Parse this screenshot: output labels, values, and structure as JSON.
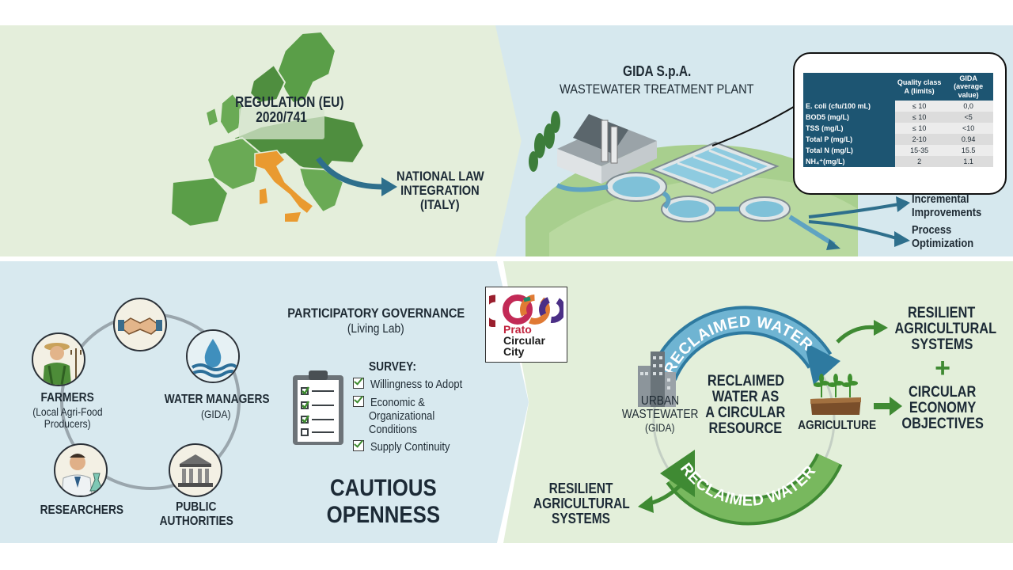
{
  "top_left": {
    "regulation": [
      "REGULATION (EU)",
      "2020/741"
    ],
    "national_law": [
      "NATIONAL LAW",
      "INTEGRATION",
      "(ITALY)"
    ]
  },
  "top_right": {
    "plant_title": "GIDA S.p.A.",
    "plant_subtitle": "WASTEWATER TREATMENT PLANT",
    "outcome_1": [
      "Incremental",
      "Improvements"
    ],
    "outcome_2": [
      "Process",
      "Optimization"
    ]
  },
  "quality_table": {
    "headers": [
      "",
      "Quality class A (limits)",
      "GIDA (average value)"
    ],
    "rows": [
      {
        "param": "E. coli (cfu/100 mL)",
        "limit": "≤ 10",
        "gida": "0,0"
      },
      {
        "param": "BOD5 (mg/L)",
        "limit": "≤ 10",
        "gida": "<5"
      },
      {
        "param": "TSS (mg/L)",
        "limit": "≤ 10",
        "gida": "<10"
      },
      {
        "param": "Total P (mg/L)",
        "limit": "2-10",
        "gida": "0.94"
      },
      {
        "param": "Total N (mg/L)",
        "limit": "15-35",
        "gida": "15.5"
      },
      {
        "param": "NH₄⁺(mg/L)",
        "limit": "2",
        "gida": "1.1"
      }
    ]
  },
  "bottom_left": {
    "governance_title": "PARTICIPATORY GOVERNANCE",
    "governance_subtitle": "(Living Lab)",
    "survey_title": "SURVEY:",
    "survey_items": [
      "Willingness to Adopt",
      "Economic &",
      "Organizational",
      "Conditions",
      "Supply Continuity"
    ],
    "stakeholders": {
      "farmers": "FARMERS",
      "farmers_sub": [
        "(Local Agri-Food",
        "Producers)"
      ],
      "water_managers": "WATER MANAGERS",
      "water_managers_sub": "(GIDA)",
      "researchers": "RESEARCHERS",
      "public_authorities": [
        "PUBLIC",
        "AUTHORITIES"
      ]
    },
    "conclusion": [
      "CAUTIOUS",
      "OPENNESS"
    ]
  },
  "logo": {
    "lines": [
      "Prato",
      "Circular",
      "City"
    ]
  },
  "bottom_right": {
    "arc_label": "RECLAIMED WATER",
    "center": [
      "RECLAIMED",
      "WATER AS",
      "A CIRCULAR",
      "RESOURCE"
    ],
    "source": [
      "URBAN",
      "WASTEWATER"
    ],
    "source_sub": "(GIDA)",
    "agriculture": "AGRICULTURE",
    "resilient_right": [
      "RESILIENT",
      "AGRICULTURAL",
      "SYSTEMS"
    ],
    "plus": "+",
    "circular_objectives": [
      "CIRCULAR",
      "ECONOMY",
      "OBJECTIVES"
    ],
    "resilient_left": [
      "RESILIENT",
      "AGRICULTURAL",
      "SYSTEMS"
    ]
  }
}
